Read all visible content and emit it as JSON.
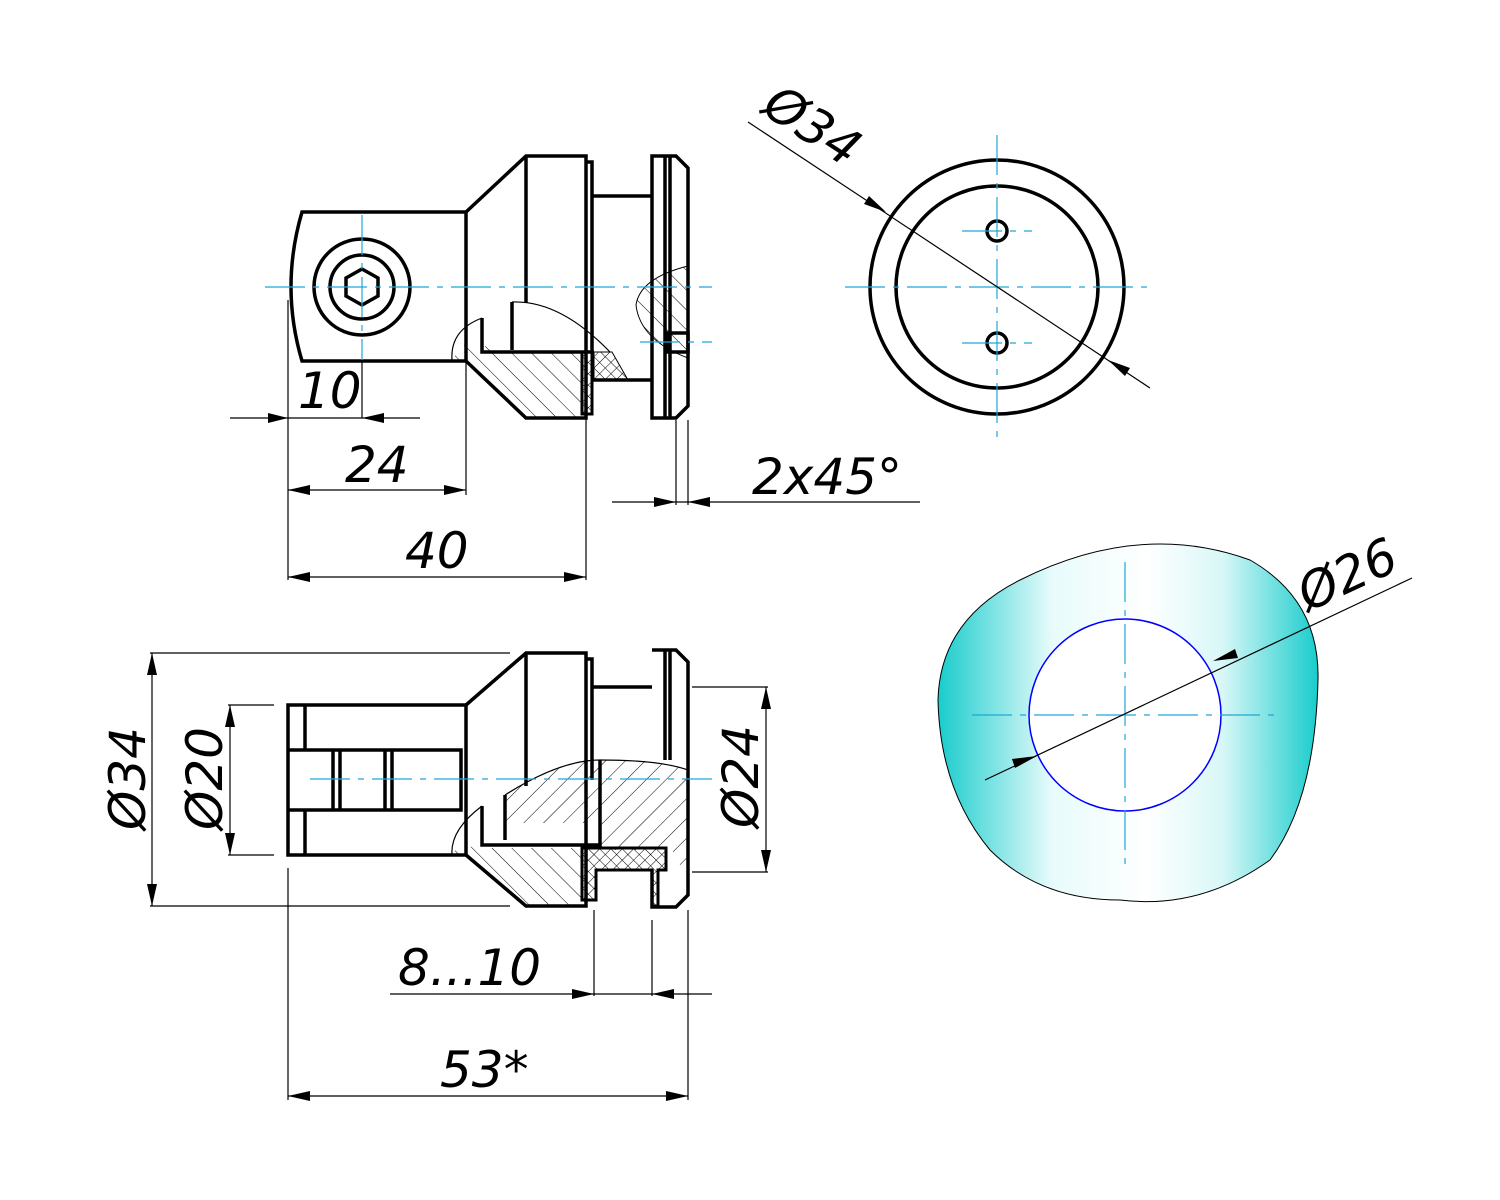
{
  "top_view": {
    "dim_10": "10",
    "dim_24": "24",
    "dim_40": "40",
    "dim_chamfer": "2x45°"
  },
  "end_view": {
    "dim_diameter": "Ø34"
  },
  "bottom_view": {
    "dim_d34": "Ø34",
    "dim_d20": "Ø20",
    "dim_d24": "Ø24",
    "dim_gap": "8...10",
    "dim_53": "53*"
  },
  "hole_view": {
    "dim_diameter": "Ø26",
    "fill_color": "#19cccc",
    "hole_color": "#0000ff"
  }
}
